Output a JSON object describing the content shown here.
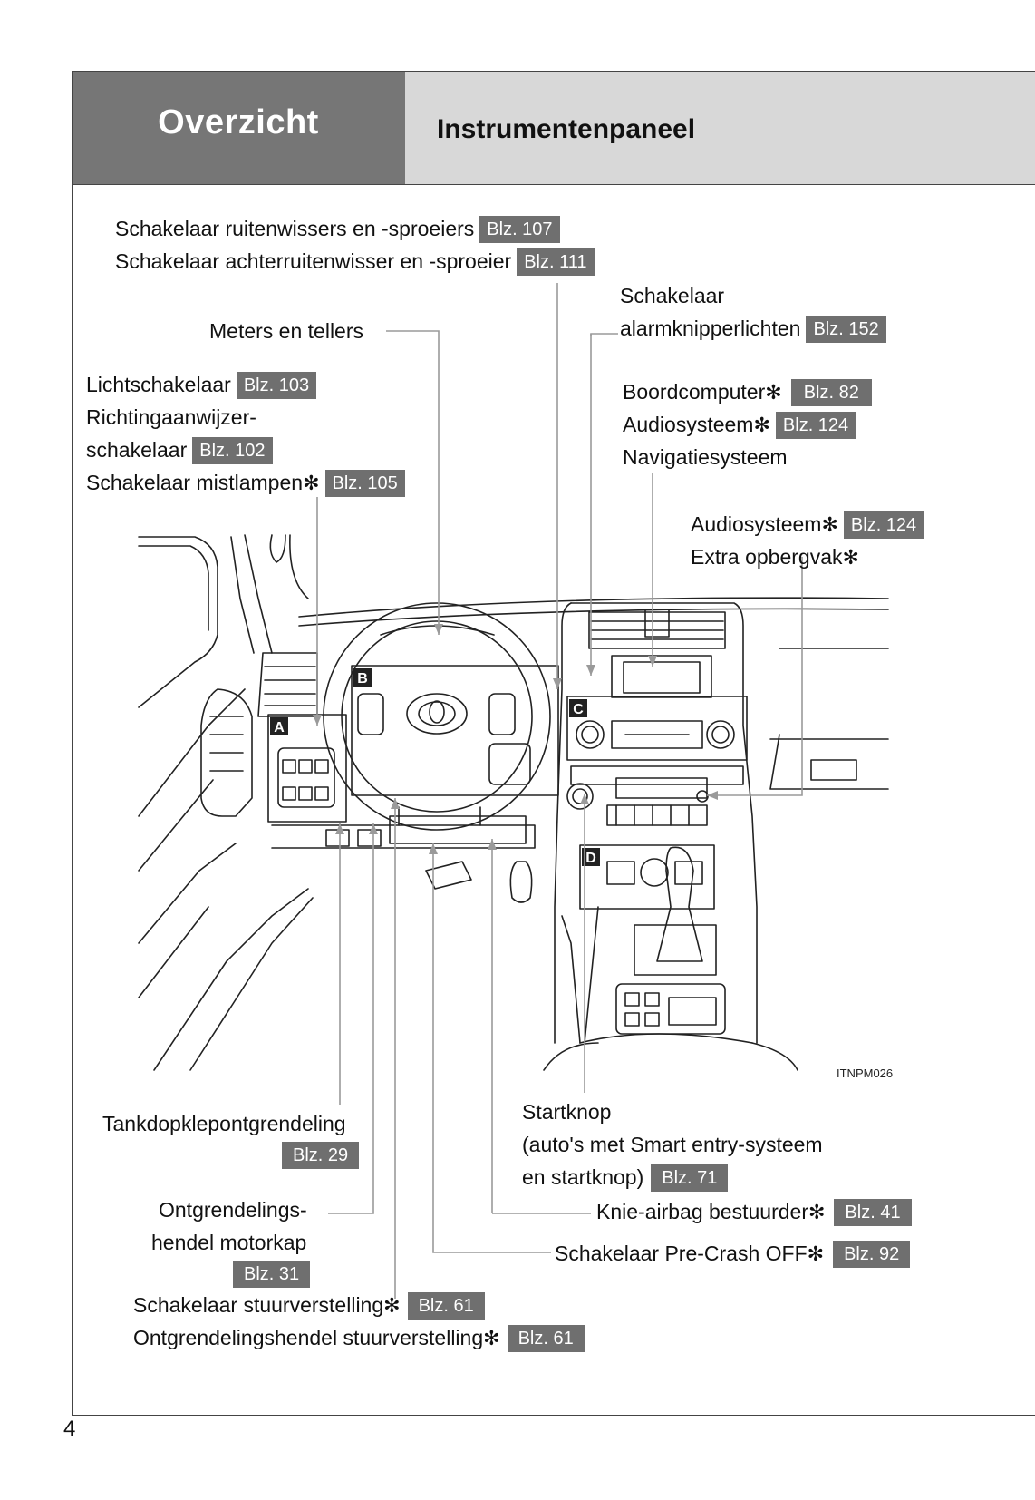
{
  "header": {
    "section": "Overzicht",
    "title": "Instrumentenpaneel"
  },
  "callouts": {
    "wiper": {
      "text": "Schakelaar ruitenwissers en -sproeiers",
      "page": "Blz. 107"
    },
    "rear_wiper": {
      "text": "Schakelaar achterruitenwisser en -sproeier",
      "page": "Blz. 111"
    },
    "hazard_line1": "Schakelaar",
    "hazard_line2": "alarmknipperlichten",
    "hazard_page": "Blz. 152",
    "meters": "Meters en tellers",
    "light": {
      "text": "Lichtschakelaar",
      "page": "Blz. 103"
    },
    "turn_line1": "Richtingaanwijzer-",
    "turn_line2": "schakelaar",
    "turn_page": "Blz. 102",
    "fog": {
      "text": "Schakelaar mistlampen",
      "page": "Blz. 105"
    },
    "boardcomputer": {
      "text": "Boordcomputer",
      "page": "Blz. 82"
    },
    "audio1": {
      "text": "Audiosysteem",
      "page": "Blz. 124"
    },
    "navigation": "Navigatiesysteem",
    "audio2": {
      "text": "Audiosysteem",
      "page": "Blz. 124"
    },
    "extra_storage": "Extra opbergvak",
    "fuel_lid": {
      "text": "Tankdopklepontgrendeling",
      "page": "Blz. 29"
    },
    "hood_line1": "Ontgrendelings-",
    "hood_line2": "hendel motorkap",
    "hood_page": "Blz. 31",
    "steer_adj": {
      "text": "Schakelaar stuurverstelling",
      "page": "Blz. 61"
    },
    "steer_lever": {
      "text": "Ontgrendelingshendel stuurverstelling",
      "page": "Blz. 61"
    },
    "start_line1": "Startknop",
    "start_line2": "(auto's met Smart entry-systeem",
    "start_line3": "en startknop)",
    "start_page": "Blz. 71",
    "knee_airbag": {
      "text": "Knie-airbag bestuurder",
      "page": "Blz. 41"
    },
    "precrash": {
      "text": "Schakelaar Pre-Crash OFF",
      "page": "Blz. 92"
    }
  },
  "star_symbol": "✻",
  "zone_labels": {
    "a": "A",
    "b": "B",
    "c": "C",
    "d": "D"
  },
  "figure_code": "ITNPM026",
  "page_number": "4"
}
